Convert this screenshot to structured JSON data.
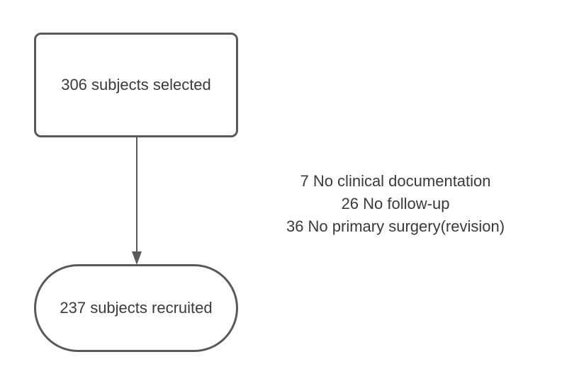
{
  "diagram": {
    "type": "flowchart",
    "colors": {
      "background": "#ffffff",
      "stroke": "#595959",
      "text": "#3a3a3a",
      "node_fill": "#ffffff"
    },
    "nodes": [
      {
        "id": "selected",
        "shape": "rounded-rectangle",
        "label": "306 subjects selected"
      },
      {
        "id": "recruited",
        "shape": "stadium",
        "label": "237 subjects recruited"
      }
    ],
    "edges": [
      {
        "from": "selected",
        "to": "recruited",
        "direction": "down",
        "style": "arrow"
      }
    ],
    "annotation": {
      "lines": [
        "7 No clinical documentation",
        "26 No follow-up",
        "36 No primary surgery(revision)"
      ]
    }
  }
}
